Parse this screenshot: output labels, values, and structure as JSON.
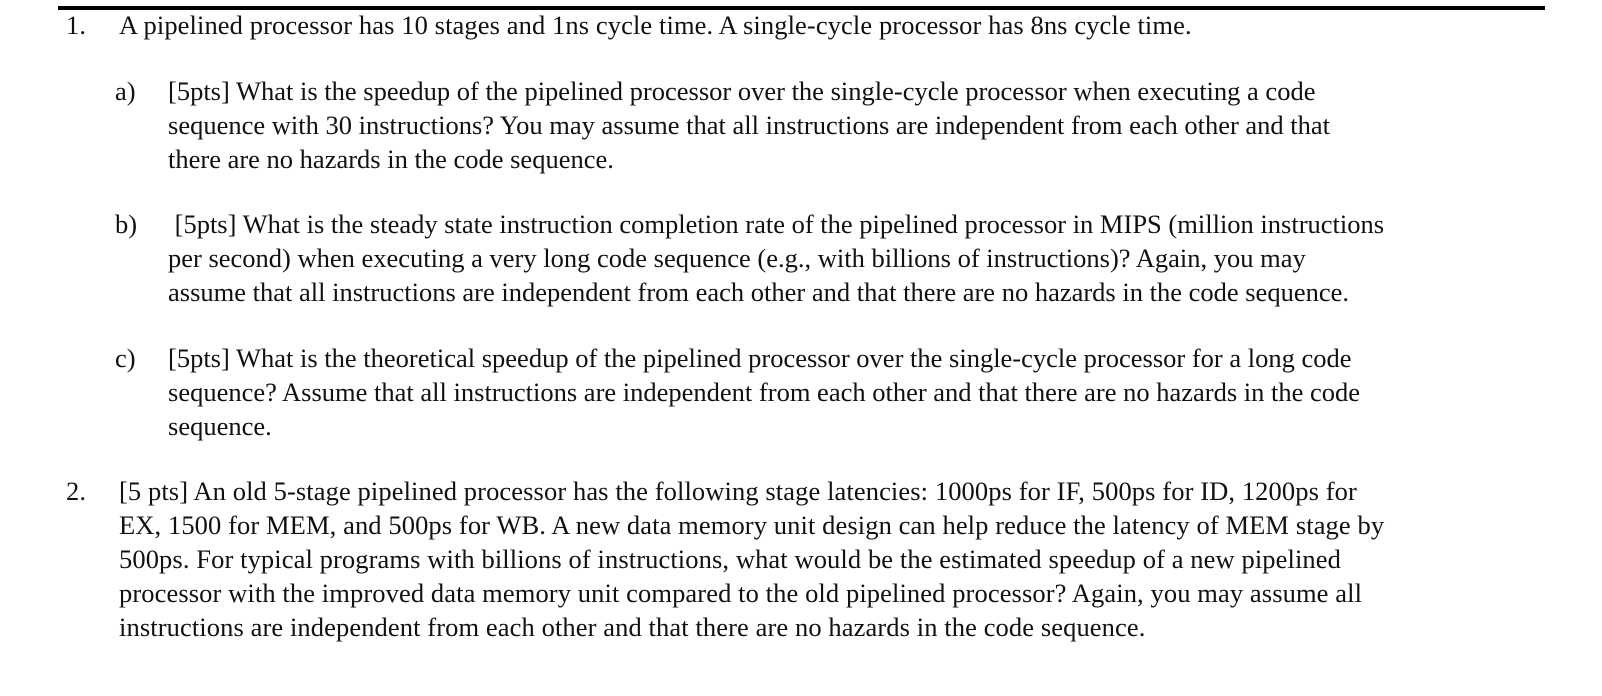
{
  "document": {
    "type": "homework-question-sheet",
    "background_color": "#ffffff",
    "text_color": "#111111",
    "top_rule": {
      "visible": true,
      "color": "#000000"
    }
  },
  "questions": [
    {
      "marker": "1.",
      "lines": [
        "A pipelined processor has 10 stages and 1ns cycle time. A single-cycle processor has 8ns cycle time."
      ],
      "subitems": [
        {
          "marker": "a)",
          "lines": [
            "[5pts] What is the speedup of the pipelined processor over the single-cycle processor when executing a code",
            "sequence with 30 instructions? You may assume that all instructions are independent from each other and that",
            "there are no hazards in the code sequence."
          ]
        },
        {
          "marker": "b)",
          "lines": [
            " [5pts] What is the steady state instruction completion rate of the pipelined processor in MIPS (million instructions",
            "per second) when executing a very long code sequence (e.g., with billions of instructions)? Again, you may",
            "assume that all instructions are independent from each other and that there are no hazards in the code sequence."
          ]
        },
        {
          "marker": "c)",
          "lines": [
            "[5pts] What is the theoretical speedup of the pipelined processor over the single-cycle processor for a long code",
            "sequence? Assume that all instructions are independent from each other and that there are no hazards in the code",
            "sequence."
          ]
        }
      ]
    },
    {
      "marker": "2.",
      "lines": [
        "[5 pts] An old 5-stage pipelined processor has the following stage latencies: 1000ps for IF, 500ps for ID, 1200ps for",
        "EX, 1500 for MEM, and 500ps for WB. A new data memory unit design can help reduce the latency of MEM stage by",
        "500ps. For typical programs with billions of instructions, what would be the estimated speedup of a new pipelined",
        "processor with the improved data memory unit compared to the old pipelined processor? Again, you may assume all",
        "instructions are independent from each other and that there are no hazards in the code sequence."
      ],
      "subitems": []
    }
  ]
}
